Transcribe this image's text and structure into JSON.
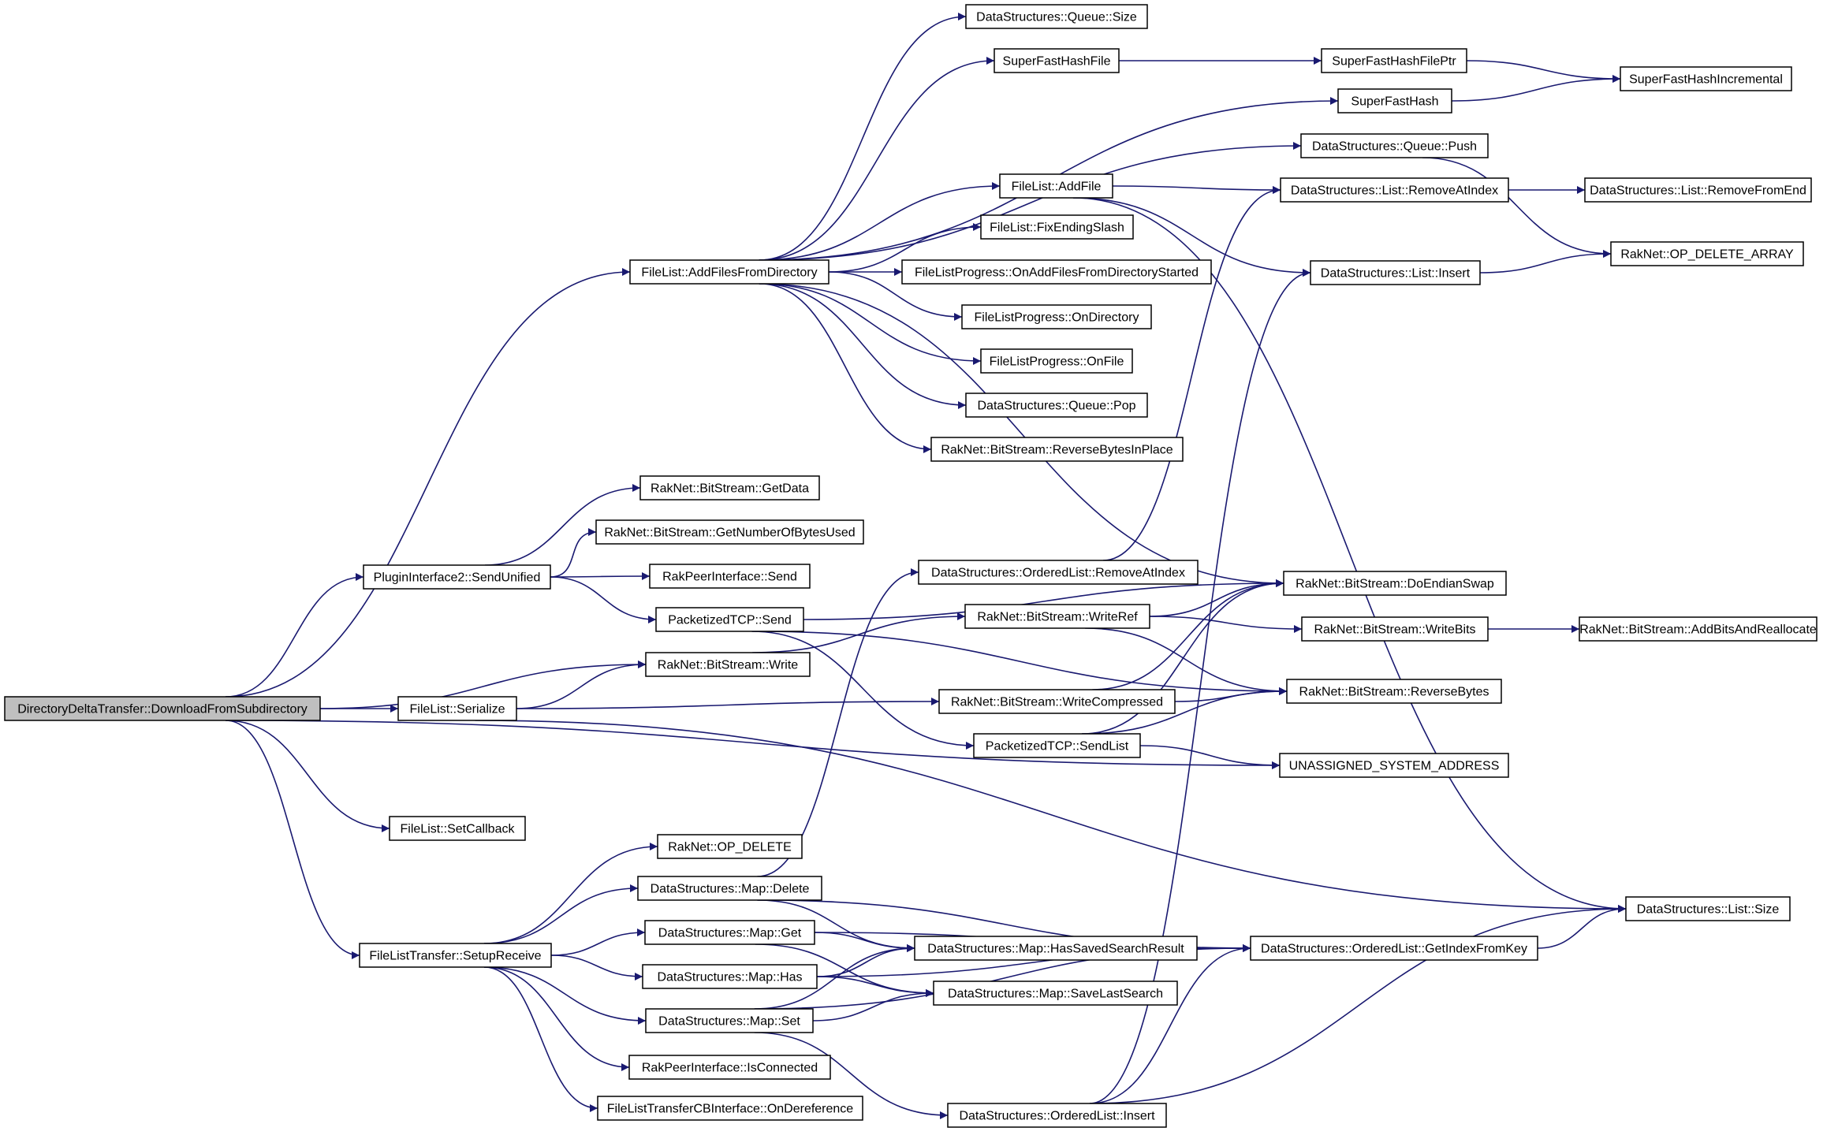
{
  "nodes": [
    {
      "id": "root",
      "label": "DirectoryDeltaTransfer::DownloadFromSubdirectory",
      "root": true
    },
    {
      "id": "addFilesFromDir",
      "label": "FileList::AddFilesFromDirectory"
    },
    {
      "id": "sendUnified",
      "label": "PluginInterface2::SendUnified"
    },
    {
      "id": "bsWrite",
      "label": "RakNet::BitStream::Write"
    },
    {
      "id": "flSerialize",
      "label": "FileList::Serialize"
    },
    {
      "id": "flSetCallback",
      "label": "FileList::SetCallback"
    },
    {
      "id": "setupReceive",
      "label": "FileListTransfer::SetupReceive"
    },
    {
      "id": "queueSize",
      "label": "DataStructures::Queue::Size"
    },
    {
      "id": "sfhFile",
      "label": "SuperFastHashFile"
    },
    {
      "id": "sfhFilePtr",
      "label": "SuperFastHashFilePtr"
    },
    {
      "id": "sfh",
      "label": "SuperFastHash"
    },
    {
      "id": "sfhInc",
      "label": "SuperFastHashIncremental"
    },
    {
      "id": "queuePush",
      "label": "DataStructures::Queue::Push"
    },
    {
      "id": "flAddFile",
      "label": "FileList::AddFile"
    },
    {
      "id": "listRemoveAt",
      "label": "DataStructures::List::RemoveAtIndex"
    },
    {
      "id": "listRemoveEnd",
      "label": "DataStructures::List::RemoveFromEnd"
    },
    {
      "id": "opDeleteArray",
      "label": "RakNet::OP_DELETE_ARRAY"
    },
    {
      "id": "fixSlash",
      "label": "FileList::FixEndingSlash"
    },
    {
      "id": "listInsert",
      "label": "DataStructures::List::Insert"
    },
    {
      "id": "onAddFilesStarted",
      "label": "FileListProgress::OnAddFilesFromDirectoryStarted"
    },
    {
      "id": "onDirectory",
      "label": "FileListProgress::OnDirectory"
    },
    {
      "id": "onFile",
      "label": "FileListProgress::OnFile"
    },
    {
      "id": "queuePop",
      "label": "DataStructures::Queue::Pop"
    },
    {
      "id": "revBytesInPlace",
      "label": "RakNet::BitStream::ReverseBytesInPlace"
    },
    {
      "id": "getData",
      "label": "RakNet::BitStream::GetData"
    },
    {
      "id": "getNumBytes",
      "label": "RakNet::BitStream::GetNumberOfBytesUsed"
    },
    {
      "id": "rpiSend",
      "label": "RakPeerInterface::Send"
    },
    {
      "id": "olRemoveAt",
      "label": "DataStructures::OrderedList::RemoveAtIndex"
    },
    {
      "id": "doEndianSwap",
      "label": "RakNet::BitStream::DoEndianSwap"
    },
    {
      "id": "ptcpSend",
      "label": "PacketizedTCP::Send"
    },
    {
      "id": "writeRef",
      "label": "RakNet::BitStream::WriteRef"
    },
    {
      "id": "writeBits",
      "label": "RakNet::BitStream::WriteBits"
    },
    {
      "id": "addBitsRealloc",
      "label": "RakNet::BitStream::AddBitsAndReallocate"
    },
    {
      "id": "revBytes",
      "label": "RakNet::BitStream::ReverseBytes"
    },
    {
      "id": "writeCompressed",
      "label": "RakNet::BitStream::WriteCompressed"
    },
    {
      "id": "sendList",
      "label": "PacketizedTCP::SendList"
    },
    {
      "id": "unassigned",
      "label": "UNASSIGNED_SYSTEM_ADDRESS"
    },
    {
      "id": "opDelete",
      "label": "RakNet::OP_DELETE"
    },
    {
      "id": "mapDelete",
      "label": "DataStructures::Map::Delete"
    },
    {
      "id": "listSize",
      "label": "DataStructures::List::Size"
    },
    {
      "id": "mapGet",
      "label": "DataStructures::Map::Get"
    },
    {
      "id": "hasSaved",
      "label": "DataStructures::Map::HasSavedSearchResult"
    },
    {
      "id": "olGetIndex",
      "label": "DataStructures::OrderedList::GetIndexFromKey"
    },
    {
      "id": "mapHas",
      "label": "DataStructures::Map::Has"
    },
    {
      "id": "saveLast",
      "label": "DataStructures::Map::SaveLastSearch"
    },
    {
      "id": "mapSet",
      "label": "DataStructures::Map::Set"
    },
    {
      "id": "isConnected",
      "label": "RakPeerInterface::IsConnected"
    },
    {
      "id": "onDereference",
      "label": "FileListTransferCBInterface::OnDereference"
    },
    {
      "id": "olInsert",
      "label": "DataStructures::OrderedList::Insert"
    }
  ],
  "edges": [
    [
      "root",
      "addFilesFromDir"
    ],
    [
      "root",
      "sendUnified"
    ],
    [
      "root",
      "bsWrite"
    ],
    [
      "root",
      "flSerialize"
    ],
    [
      "root",
      "unassigned"
    ],
    [
      "root",
      "flSetCallback"
    ],
    [
      "root",
      "setupReceive"
    ],
    [
      "addFilesFromDir",
      "queueSize"
    ],
    [
      "addFilesFromDir",
      "sfhFile"
    ],
    [
      "addFilesFromDir",
      "sfh"
    ],
    [
      "addFilesFromDir",
      "queuePush"
    ],
    [
      "addFilesFromDir",
      "flAddFile"
    ],
    [
      "addFilesFromDir",
      "fixSlash"
    ],
    [
      "addFilesFromDir",
      "onAddFilesStarted"
    ],
    [
      "addFilesFromDir",
      "onDirectory"
    ],
    [
      "addFilesFromDir",
      "onFile"
    ],
    [
      "addFilesFromDir",
      "queuePop"
    ],
    [
      "addFilesFromDir",
      "revBytesInPlace"
    ],
    [
      "addFilesFromDir",
      "doEndianSwap"
    ],
    [
      "sfhFile",
      "sfhFilePtr"
    ],
    [
      "sfhFilePtr",
      "sfhInc"
    ],
    [
      "sfh",
      "sfhInc"
    ],
    [
      "queuePush",
      "opDeleteArray"
    ],
    [
      "flAddFile",
      "listRemoveAt"
    ],
    [
      "flAddFile",
      "listInsert"
    ],
    [
      "flAddFile",
      "listSize"
    ],
    [
      "listRemoveAt",
      "listRemoveEnd"
    ],
    [
      "listInsert",
      "opDeleteArray"
    ],
    [
      "sendUnified",
      "getData"
    ],
    [
      "sendUnified",
      "getNumBytes"
    ],
    [
      "sendUnified",
      "rpiSend"
    ],
    [
      "sendUnified",
      "ptcpSend"
    ],
    [
      "ptcpSend",
      "doEndianSwap"
    ],
    [
      "ptcpSend",
      "revBytes"
    ],
    [
      "ptcpSend",
      "sendList"
    ],
    [
      "bsWrite",
      "writeRef"
    ],
    [
      "writeRef",
      "doEndianSwap"
    ],
    [
      "writeRef",
      "writeBits"
    ],
    [
      "writeRef",
      "revBytes"
    ],
    [
      "writeBits",
      "addBitsRealloc"
    ],
    [
      "flSerialize",
      "bsWrite"
    ],
    [
      "flSerialize",
      "writeCompressed"
    ],
    [
      "flSerialize",
      "listSize"
    ],
    [
      "writeCompressed",
      "doEndianSwap"
    ],
    [
      "writeCompressed",
      "revBytes"
    ],
    [
      "sendList",
      "doEndianSwap"
    ],
    [
      "sendList",
      "revBytes"
    ],
    [
      "sendList",
      "unassigned"
    ],
    [
      "setupReceive",
      "opDelete"
    ],
    [
      "setupReceive",
      "mapDelete"
    ],
    [
      "setupReceive",
      "mapGet"
    ],
    [
      "setupReceive",
      "mapHas"
    ],
    [
      "setupReceive",
      "mapSet"
    ],
    [
      "setupReceive",
      "isConnected"
    ],
    [
      "setupReceive",
      "onDereference"
    ],
    [
      "mapDelete",
      "olRemoveAt"
    ],
    [
      "mapDelete",
      "hasSaved"
    ],
    [
      "mapDelete",
      "olGetIndex"
    ],
    [
      "olRemoveAt",
      "listRemoveAt"
    ],
    [
      "mapGet",
      "hasSaved"
    ],
    [
      "mapGet",
      "saveLast"
    ],
    [
      "mapGet",
      "olGetIndex"
    ],
    [
      "mapHas",
      "hasSaved"
    ],
    [
      "mapHas",
      "saveLast"
    ],
    [
      "mapHas",
      "olGetIndex"
    ],
    [
      "mapSet",
      "hasSaved"
    ],
    [
      "mapSet",
      "saveLast"
    ],
    [
      "mapSet",
      "olGetIndex"
    ],
    [
      "mapSet",
      "olInsert"
    ],
    [
      "olInsert",
      "listInsert"
    ],
    [
      "olInsert",
      "olGetIndex"
    ],
    [
      "olInsert",
      "listSize"
    ],
    [
      "olGetIndex",
      "listSize"
    ]
  ]
}
